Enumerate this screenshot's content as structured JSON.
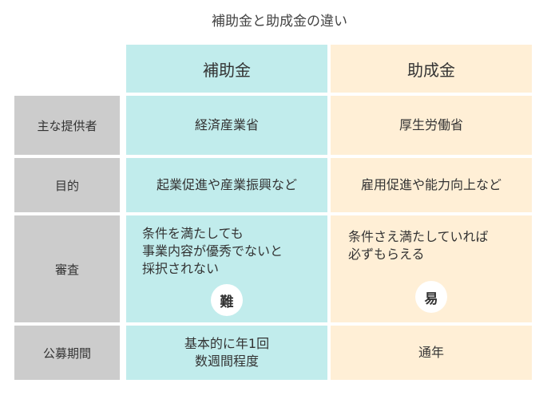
{
  "title": "補助金と助成金の違い",
  "columns": {
    "left": "補助金",
    "right": "助成金"
  },
  "rows": {
    "provider": {
      "label": "主な提供者",
      "left": "経済産業省",
      "right": "厚生労働省"
    },
    "purpose": {
      "label": "目的",
      "left": "起業促進や産業振興など",
      "right": "雇用促進や能力向上など"
    },
    "review": {
      "label": "審査",
      "left_lines": [
        "条件を満たしても",
        "事業内容が優秀でないと",
        "採択されない"
      ],
      "right_lines": [
        "条件さえ満たしていれば",
        "必ずもらえる"
      ],
      "left_badge": "難",
      "right_badge": "易"
    },
    "period": {
      "label": "公募期間",
      "left_lines": [
        "基本的に年1回",
        "数週間程度"
      ],
      "right": "通年"
    }
  },
  "colors": {
    "left_column": "#c1ecec",
    "right_column": "#ffefd6",
    "label_column": "#cccccc"
  }
}
